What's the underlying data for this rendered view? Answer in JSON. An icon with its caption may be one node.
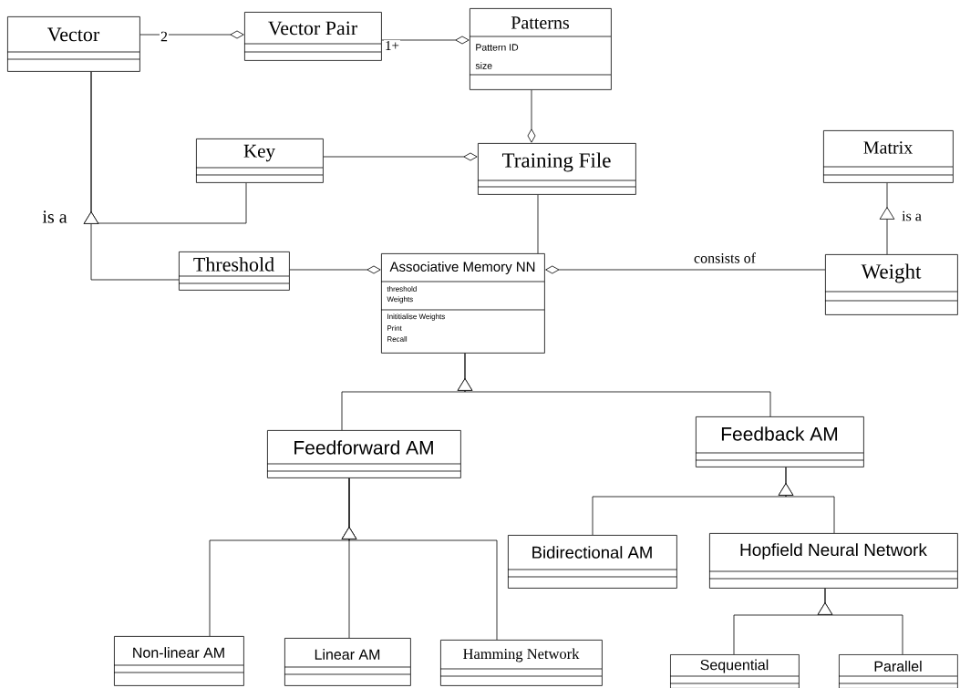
{
  "diagram": {
    "nodes": [
      {
        "text": [
          "Vector"
        ]
      },
      {
        "text": [
          "Vector Pair"
        ]
      },
      {
        "text": [
          "Patterns",
          "Pattern ID",
          "size"
        ]
      },
      {
        "text": [
          "Key"
        ]
      },
      {
        "text": [
          "Training File"
        ]
      },
      {
        "text": [
          "Matrix"
        ]
      },
      {
        "text": [
          "Threshold"
        ]
      },
      {
        "text": [
          "Associative Memory NN",
          "threshold",
          "Weights",
          "Inititialise Weights",
          "Print",
          "Recall"
        ]
      },
      {
        "text": [
          "Weight"
        ]
      },
      {
        "text": [
          "Feedforward AM"
        ]
      },
      {
        "text": [
          "Feedback AM"
        ]
      },
      {
        "text": [
          "Bidirectional AM"
        ]
      },
      {
        "text": [
          "Hopfield Neural Network"
        ]
      },
      {
        "text": [
          "Non-linear AM"
        ]
      },
      {
        "text": [
          "Linear AM"
        ]
      },
      {
        "text": [
          "Hamming Network"
        ]
      },
      {
        "text": [
          "Sequential"
        ]
      },
      {
        "text": [
          "Parallel"
        ]
      }
    ],
    "edges": [
      {
        "from": 0,
        "to": 1,
        "arrow": "other",
        "label": "2"
      },
      {
        "from": 1,
        "to": 2,
        "arrow": "other",
        "label": "1+"
      },
      {
        "from": 2,
        "to": 4,
        "arrow": "other"
      },
      {
        "from": 3,
        "to": 4,
        "arrow": "other"
      },
      {
        "from": 4,
        "to": 7,
        "arrow": "none"
      },
      {
        "from": 6,
        "to": 7,
        "arrow": "other"
      },
      {
        "from": 8,
        "to": 7,
        "arrow": "other",
        "label": "consists of"
      },
      {
        "from": 8,
        "to": 5,
        "arrow": "to",
        "label": "is a"
      },
      {
        "from": 3,
        "to": 0,
        "arrow": "to",
        "label": "is a"
      },
      {
        "from": 6,
        "to": 0,
        "arrow": "to"
      },
      {
        "from": 9,
        "to": 7,
        "arrow": "to"
      },
      {
        "from": 10,
        "to": 7,
        "arrow": "to"
      },
      {
        "from": 13,
        "to": 9,
        "arrow": "to"
      },
      {
        "from": 14,
        "to": 9,
        "arrow": "to"
      },
      {
        "from": 15,
        "to": 9,
        "arrow": "to"
      },
      {
        "from": 11,
        "to": 10,
        "arrow": "to"
      },
      {
        "from": 12,
        "to": 10,
        "arrow": "to"
      },
      {
        "from": 16,
        "to": 12,
        "arrow": "to"
      },
      {
        "from": 17,
        "to": 12,
        "arrow": "to"
      }
    ]
  }
}
